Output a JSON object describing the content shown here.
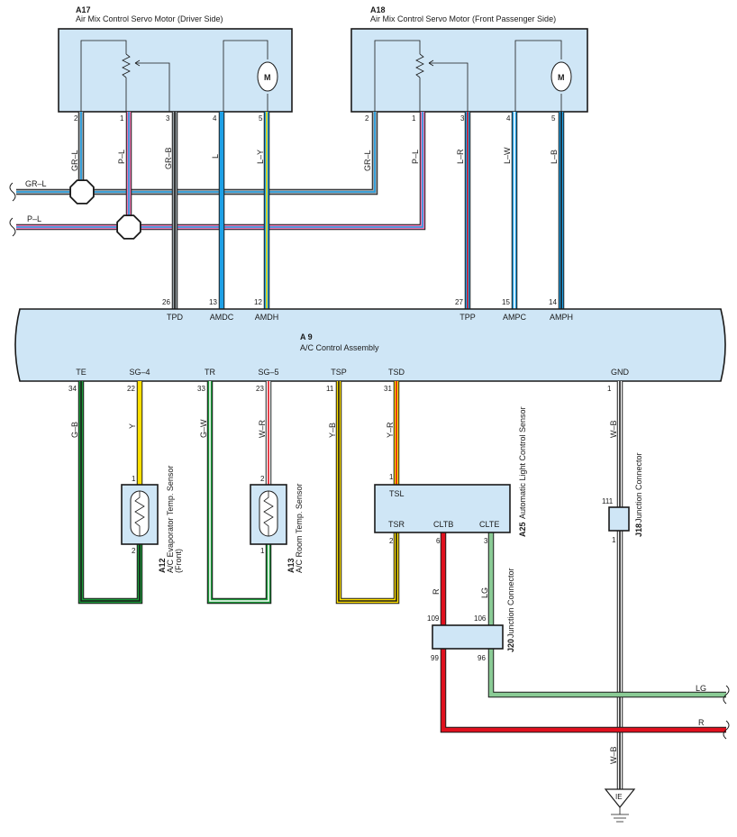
{
  "colors": {
    "box_fill": "#cfe6f6",
    "gray": "#9aa3a8",
    "blue": "#1ea0e6",
    "pink": "#ee77b4",
    "yellow": "#ffe000",
    "green": "#1c9a3a",
    "white": "#ffffff",
    "black": "#1a1a1a",
    "red": "#e0101e",
    "light_green": "#8acb95",
    "brown": "#7a4a2a"
  },
  "components": {
    "a17": {
      "code": "A17",
      "title": "Air Mix Control Servo Motor (Driver Side)",
      "pins": [
        "2",
        "1",
        "3",
        "4",
        "5"
      ]
    },
    "a18": {
      "code": "A18",
      "title": "Air Mix Control Servo Motor (Front Passenger Side)",
      "pins": [
        "2",
        "1",
        "3",
        "4",
        "5"
      ]
    },
    "a9": {
      "code": "A 9",
      "title": "A/C Control Assembly",
      "top_terminals": [
        {
          "pin": "26",
          "name": "TPD"
        },
        {
          "pin": "13",
          "name": "AMDC"
        },
        {
          "pin": "12",
          "name": "AMDH"
        },
        {
          "pin": "27",
          "name": "TPP"
        },
        {
          "pin": "15",
          "name": "AMPC"
        },
        {
          "pin": "14",
          "name": "AMPH"
        }
      ],
      "bottom_terminals": [
        {
          "pin": "34",
          "name": "TE"
        },
        {
          "pin": "22",
          "name": "SG–4"
        },
        {
          "pin": "33",
          "name": "TR"
        },
        {
          "pin": "23",
          "name": "SG–5"
        },
        {
          "pin": "11",
          "name": "TSP"
        },
        {
          "pin": "31",
          "name": "TSD"
        },
        {
          "pin": "1",
          "name": "GND"
        }
      ]
    },
    "a12": {
      "code": "A12",
      "name": "A/C Evaporator Temp. Sensor",
      "note": "(Front)",
      "pin_top": "1",
      "pin_bottom": "2"
    },
    "a13": {
      "code": "A13",
      "name": "A/C Room Temp. Sensor",
      "pin_top": "2",
      "pin_bottom": "1"
    },
    "a25": {
      "code": "A25",
      "name": "Automatic Light Control Sensor",
      "terminals": [
        "TSL",
        "TSR",
        "CLTB",
        "CLTE"
      ],
      "pins": [
        "1",
        "2",
        "6",
        "3"
      ]
    },
    "j18": {
      "code": "J18",
      "name": "Junction Connector",
      "pin_top": "111",
      "pin_bottom": "1"
    },
    "j20": {
      "code": "J20",
      "name": "Junction Connector",
      "pins": [
        "109",
        "106",
        "99",
        "96"
      ]
    },
    "ground": {
      "label": "IE"
    },
    "motor": {
      "symbol": "M"
    }
  },
  "wires": {
    "a17": [
      "GR–L",
      "P–L",
      "GR–B",
      "L",
      "L–Y"
    ],
    "a18": [
      "GR–L",
      "P–L",
      "L–R",
      "L–W",
      "L–B"
    ],
    "bus_gr_l": "GR–L",
    "bus_p_l": "P–L",
    "lower": [
      "G–B",
      "Y",
      "G–W",
      "W–R",
      "Y–B",
      "Y–R",
      "W–B"
    ],
    "sensor_r": "R",
    "sensor_lg": "LG",
    "gnd_lower": "W–B",
    "out_lg": "LG",
    "out_r": "R"
  }
}
